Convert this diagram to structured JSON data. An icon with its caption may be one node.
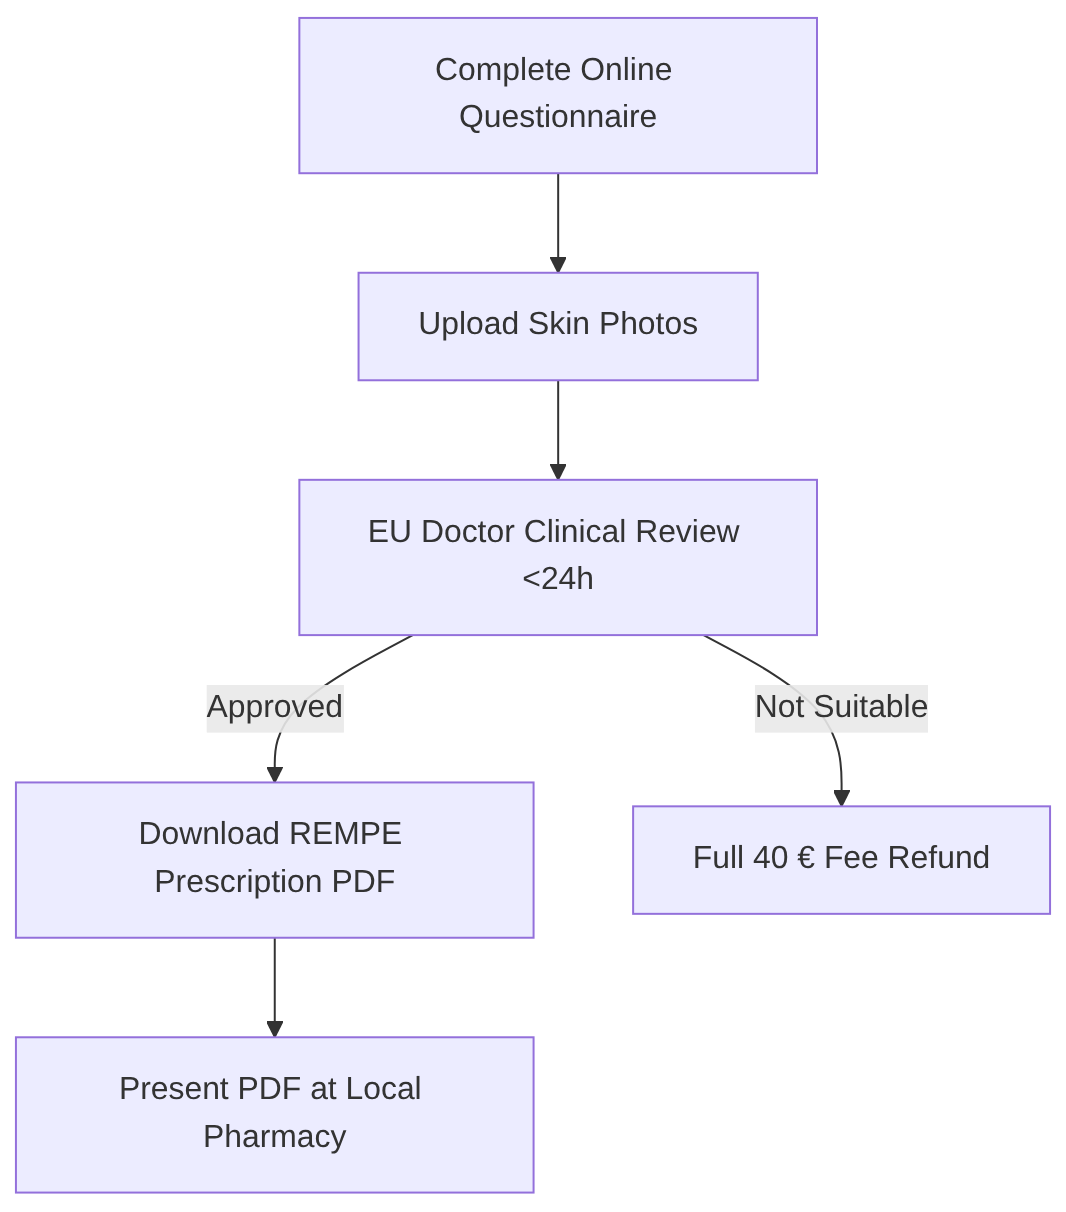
{
  "diagram": {
    "nodes": [
      {
        "text": [
          "Complete Online Questionnaire"
        ]
      },
      {
        "text": [
          "Upload Skin Photos"
        ]
      },
      {
        "text": [
          "EU Doctor Clinical Review <24h"
        ]
      },
      {
        "text": [
          "Download REMPE Prescription PDF"
        ]
      },
      {
        "text": [
          "Full 40 € Fee Refund"
        ]
      },
      {
        "text": [
          "Present PDF at Local Pharmacy"
        ]
      }
    ],
    "edges": [
      {
        "from": 0,
        "to": 1,
        "arrow": "to"
      },
      {
        "from": 1,
        "to": 2,
        "arrow": "to"
      },
      {
        "from": 2,
        "to": 3,
        "arrow": "to",
        "label": "Approved"
      },
      {
        "from": 2,
        "to": 4,
        "arrow": "to",
        "label": "Not Suitable"
      },
      {
        "from": 3,
        "to": 5,
        "arrow": "to"
      }
    ]
  }
}
